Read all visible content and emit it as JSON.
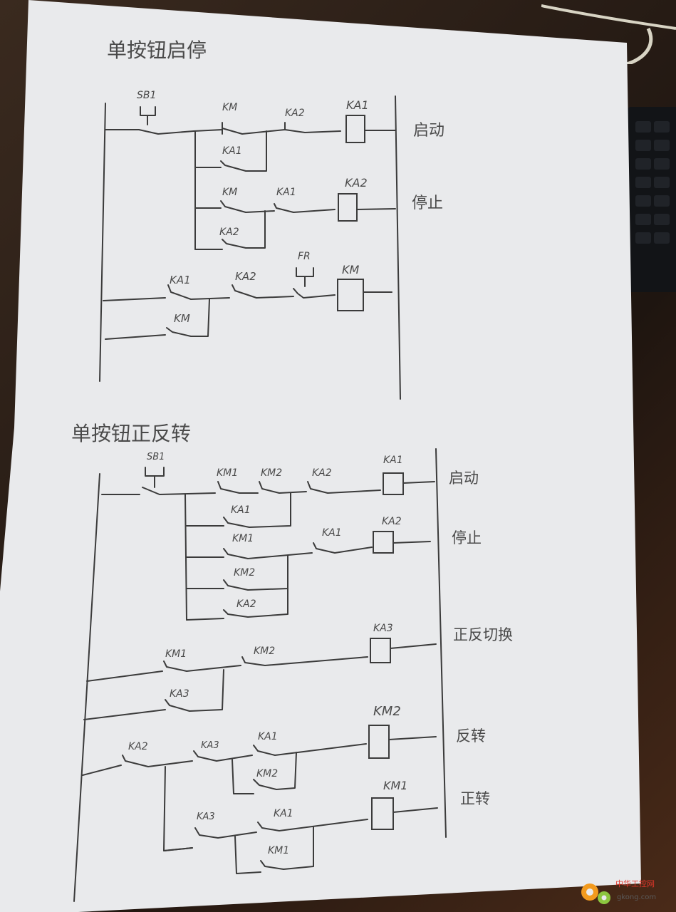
{
  "section1": {
    "title": "单按钮启停",
    "rung_labels": {
      "start": "启动",
      "stop": "停止"
    },
    "labels": {
      "sb": "SB1",
      "km_a": "KM",
      "ka2_a": "KA2",
      "ka1_coil": "KA1",
      "ka1_hold": "KA1",
      "km_b": "KM",
      "ka1_b": "KA1",
      "ka2_coil": "KA2",
      "ka2_hold": "KA2",
      "ka1_c": "KA1",
      "ka2_c": "KA2",
      "fr": "FR",
      "km_coil": "KM",
      "km_hold": "KM"
    }
  },
  "section2": {
    "title": "单按钮正反转",
    "rung_labels": {
      "start": "启动",
      "stop": "停止",
      "switch": "正反切换",
      "reverse": "反转",
      "forward": "正转"
    },
    "labels": {
      "sb": "SB1",
      "km1_a": "KM1",
      "km2_a": "KM2",
      "ka2_a": "KA2",
      "ka1_coil": "KA1",
      "ka1_hold": "KA1",
      "km1_b": "KM1",
      "ka1_b": "KA1",
      "ka2_coil": "KA2",
      "km2_b": "KM2",
      "ka2_hold": "KA2",
      "km1_c": "KM1",
      "km2_c": "KM2",
      "ka3_coil": "KA3",
      "ka3_hold": "KA3",
      "ka2_d": "KA2",
      "ka3_d": "KA3",
      "ka1_d": "KA1",
      "km2_coil": "KM2",
      "km2_hold": "KM2",
      "ka3_e": "KA3",
      "ka1_e": "KA1",
      "km1_coil": "KM1",
      "km1_hold": "KM1"
    }
  },
  "watermark": {
    "text": "中华工控网",
    "site": "gkong.com"
  },
  "colors": {
    "paper": "#e9eaec",
    "ink": "#3b3b3b",
    "desk": "#2b1f18",
    "watermark": "#f29a1e"
  }
}
